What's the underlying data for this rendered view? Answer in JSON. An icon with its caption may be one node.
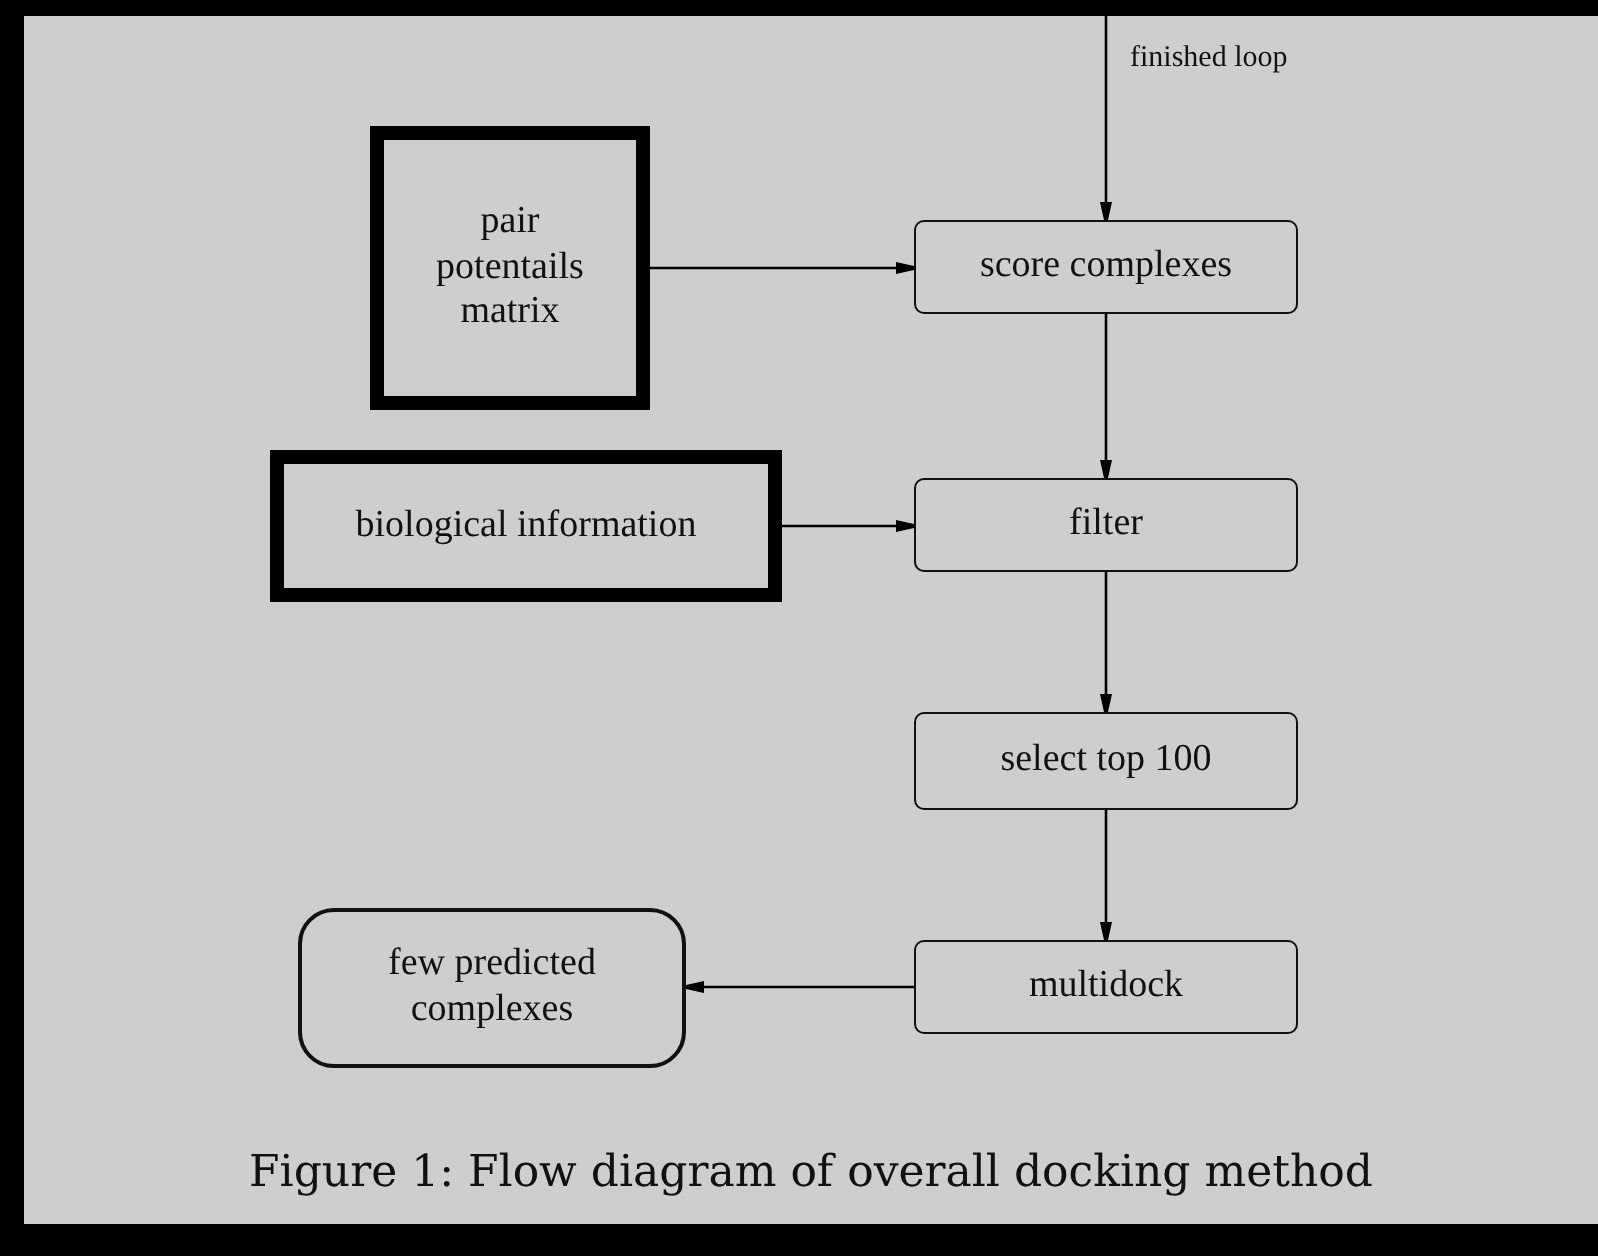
{
  "diagram": {
    "caption": "Figure 1: Flow diagram of overall docking method",
    "nodes": [
      {
        "text": [
          "pair potentails matrix"
        ]
      },
      {
        "text": [
          "score complexes"
        ]
      },
      {
        "text": [
          "biological information"
        ]
      },
      {
        "text": [
          "filter"
        ]
      },
      {
        "text": [
          "select top 100"
        ]
      },
      {
        "text": [
          "multidock"
        ]
      },
      {
        "text": [
          "few predicted complexes"
        ]
      }
    ],
    "edges": [
      {
        "from": null,
        "to": 1,
        "arrow": "to",
        "label": "finished loop"
      },
      {
        "from": 0,
        "to": 1,
        "arrow": "to"
      },
      {
        "from": 1,
        "to": 3,
        "arrow": "to"
      },
      {
        "from": 2,
        "to": 3,
        "arrow": "to"
      },
      {
        "from": 3,
        "to": 4,
        "arrow": "to"
      },
      {
        "from": 4,
        "to": 5,
        "arrow": "to"
      },
      {
        "from": 5,
        "to": 6,
        "arrow": "to"
      }
    ]
  }
}
